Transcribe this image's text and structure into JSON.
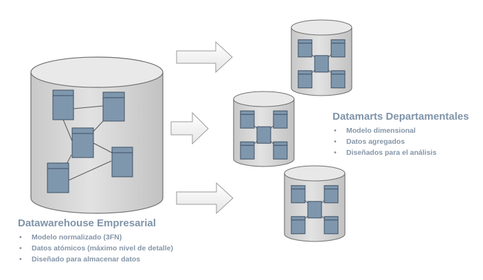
{
  "warehouse": {
    "title": "Datawarehouse Empresarial",
    "bullets": [
      "Modelo normalizado (3FN)",
      "Datos atómicos (máximo nivel de detalle)",
      "Diseñado para almacenar datos"
    ]
  },
  "datamarts": {
    "title": "Datamarts Departamentales",
    "bullets": [
      "Modelo dimensional",
      "Datos agregados",
      "Diseñados para el análisis"
    ]
  },
  "colors": {
    "cylinder_fill": "#d4d4d4",
    "cylinder_top": "#e8e8e8",
    "cylinder_stroke": "#6e6e6e",
    "table_fill": "#7f97ad",
    "table_stroke": "#3d4f63",
    "arrow_fill": "#f4f4f4",
    "arrow_stroke": "#9a9a9a",
    "text": "#7f93a8"
  }
}
